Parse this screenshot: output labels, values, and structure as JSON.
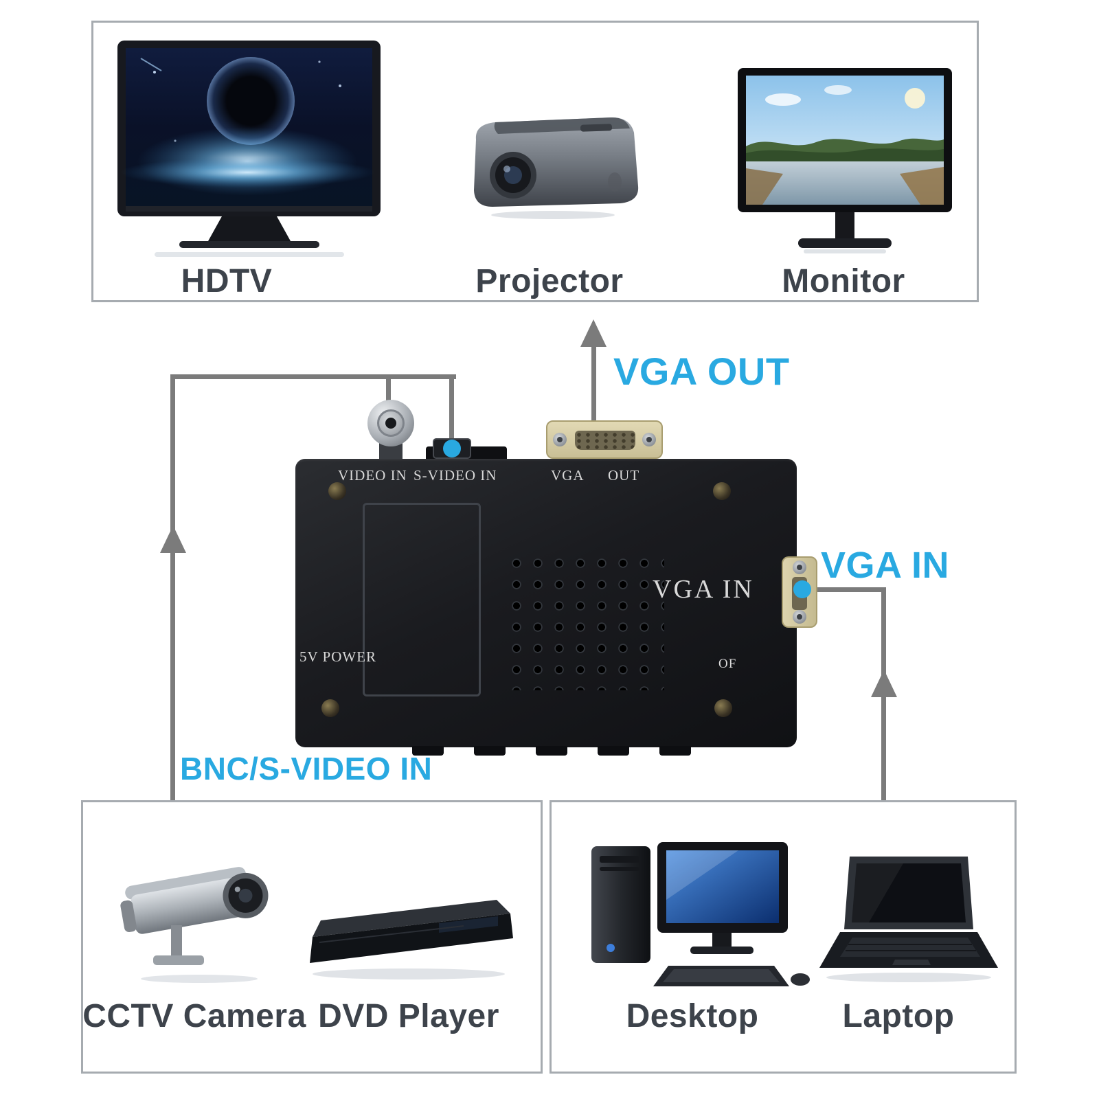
{
  "outputs": {
    "devices": [
      {
        "name": "hdtv",
        "label": "HDTV"
      },
      {
        "name": "projector",
        "label": "Projector"
      },
      {
        "name": "monitor",
        "label": "Monitor"
      }
    ]
  },
  "inputs_left": {
    "devices": [
      {
        "name": "cctv-camera",
        "label": "CCTV Camera"
      },
      {
        "name": "dvd-player",
        "label": "DVD Player"
      }
    ]
  },
  "inputs_right": {
    "devices": [
      {
        "name": "desktop",
        "label": "Desktop"
      },
      {
        "name": "laptop",
        "label": "Laptop"
      }
    ]
  },
  "annotations": {
    "vga_out": "VGA OUT",
    "vga_in": "VGA IN",
    "bnc_svideo_in": "BNC/S-VIDEO IN"
  },
  "converter": {
    "port_labels": {
      "video_in": "VIDEO IN",
      "s_video_in": "S-VIDEO IN",
      "vga": "VGA",
      "out": "OUT",
      "vga_in": "VGA IN",
      "power": "5V POWER",
      "switch": "OF"
    }
  },
  "colors": {
    "accent_blue": "#29a9e1",
    "connector_line": "#7b7b7b",
    "box_border": "#a6abb0",
    "device_label": "#3d434b"
  }
}
